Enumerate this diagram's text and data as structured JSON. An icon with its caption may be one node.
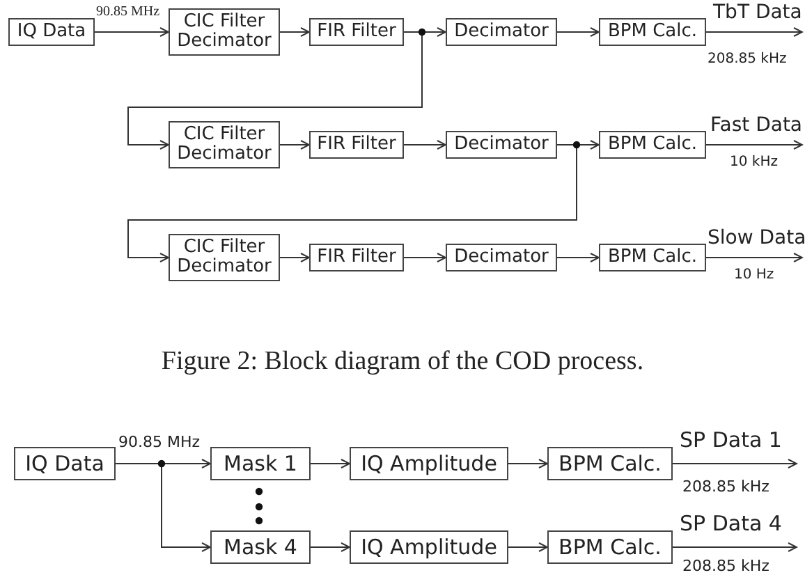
{
  "diagram": {
    "caption": "Figure 2: Block diagram of the COD process.",
    "nodes": [
      {
        "text": [
          "IQ Data"
        ]
      },
      {
        "text": [
          "CIC Filter Decimator"
        ]
      },
      {
        "text": [
          "FIR Filter"
        ]
      },
      {
        "text": [
          "Decimator"
        ]
      },
      {
        "text": [
          "BPM Calc."
        ]
      },
      {
        "text": [
          "CIC Filter Decimator"
        ]
      },
      {
        "text": [
          "FIR Filter"
        ]
      },
      {
        "text": [
          "Decimator"
        ]
      },
      {
        "text": [
          "BPM Calc."
        ]
      },
      {
        "text": [
          "CIC Filter Decimator"
        ]
      },
      {
        "text": [
          "FIR Filter"
        ]
      },
      {
        "text": [
          "Decimator"
        ]
      },
      {
        "text": [
          "BPM Calc."
        ]
      },
      {
        "text": [
          "IQ Data"
        ]
      },
      {
        "text": [
          "Mask 1"
        ]
      },
      {
        "text": [
          "IQ Amplitude"
        ]
      },
      {
        "text": [
          "BPM Calc."
        ]
      },
      {
        "text": [
          "Mask 4"
        ]
      },
      {
        "text": [
          "IQ Amplitude"
        ]
      },
      {
        "text": [
          "BPM Calc."
        ]
      }
    ],
    "edges": [
      {
        "from": 0,
        "to": 1,
        "arrow": "to",
        "label": "90.85 MHz"
      },
      {
        "from": 1,
        "to": 2,
        "arrow": "to"
      },
      {
        "from": 2,
        "to": 3,
        "arrow": "to"
      },
      {
        "from": 2,
        "to": 5,
        "arrow": "to"
      },
      {
        "from": 3,
        "to": 4,
        "arrow": "to"
      },
      {
        "from": 4,
        "to": null,
        "arrow": "to",
        "label": "TbT Data"
      },
      {
        "from": 5,
        "to": 6,
        "arrow": "to"
      },
      {
        "from": 6,
        "to": 7,
        "arrow": "to"
      },
      {
        "from": 7,
        "to": 8,
        "arrow": "to"
      },
      {
        "from": 7,
        "to": 9,
        "arrow": "to"
      },
      {
        "from": 8,
        "to": null,
        "arrow": "to",
        "label": "Fast Data"
      },
      {
        "from": 9,
        "to": 10,
        "arrow": "to"
      },
      {
        "from": 10,
        "to": 11,
        "arrow": "to"
      },
      {
        "from": 11,
        "to": 12,
        "arrow": "to"
      },
      {
        "from": 12,
        "to": null,
        "arrow": "to",
        "label": "Slow Data"
      },
      {
        "from": 13,
        "to": 14,
        "arrow": "to",
        "label": "90.85 MHz"
      },
      {
        "from": 13,
        "to": 17,
        "arrow": "to"
      },
      {
        "from": 14,
        "to": 15,
        "arrow": "to"
      },
      {
        "from": 15,
        "to": 16,
        "arrow": "to"
      },
      {
        "from": 16,
        "to": null,
        "arrow": "to",
        "label": "SP Data 1"
      },
      {
        "from": 17,
        "to": 18,
        "arrow": "to"
      },
      {
        "from": 18,
        "to": 19,
        "arrow": "to"
      },
      {
        "from": 19,
        "to": null,
        "arrow": "to",
        "label": "SP Data 4"
      }
    ],
    "labels": [
      "208.85 kHz",
      "10 kHz",
      "10 Hz",
      "208.85 kHz",
      "208.85 kHz"
    ]
  }
}
